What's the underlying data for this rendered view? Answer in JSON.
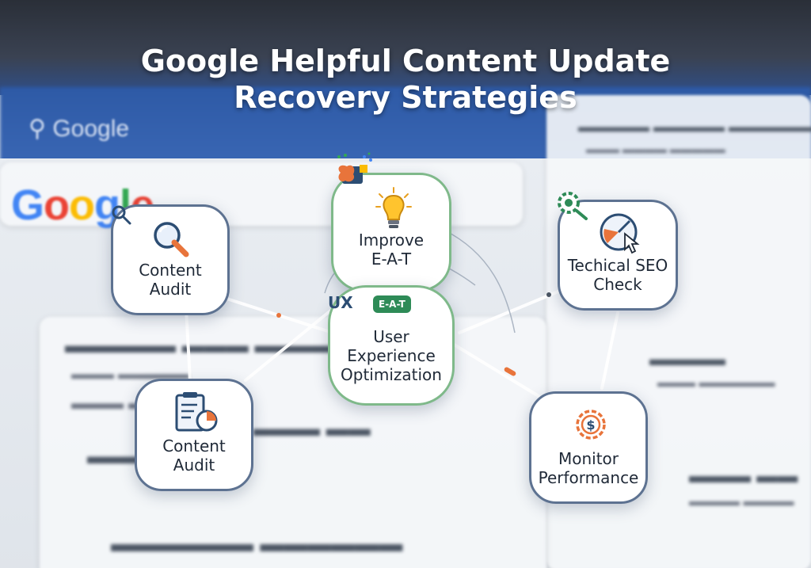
{
  "title_line1": "Google Helpful Content Update",
  "title_line2": "Recovery Strategies",
  "background": {
    "google_small": "Google",
    "google_big": "Google"
  },
  "nodes": {
    "content_audit_top": {
      "label": "Content\nAudit"
    },
    "improve_eat": {
      "label": "Improve\nE-A-T"
    },
    "ux_optimization": {
      "label": "User\nExperience\nOptimization",
      "badge": "E-A-T",
      "ux_mark": "UX"
    },
    "technical_seo": {
      "label": "Techical SEO\nCheck"
    },
    "content_audit_bottom": {
      "label": "Content\nAudit"
    },
    "monitor_performance": {
      "label": "Monitor\nPerformance"
    }
  },
  "colors": {
    "node_border": "#5d7291",
    "green_border": "#7fb98a",
    "link": "#ffffff",
    "accent_orange": "#e8743b",
    "google_blue": "#4285f4",
    "google_red": "#ea4335",
    "google_yellow": "#fbbc05",
    "google_green": "#34a853"
  }
}
